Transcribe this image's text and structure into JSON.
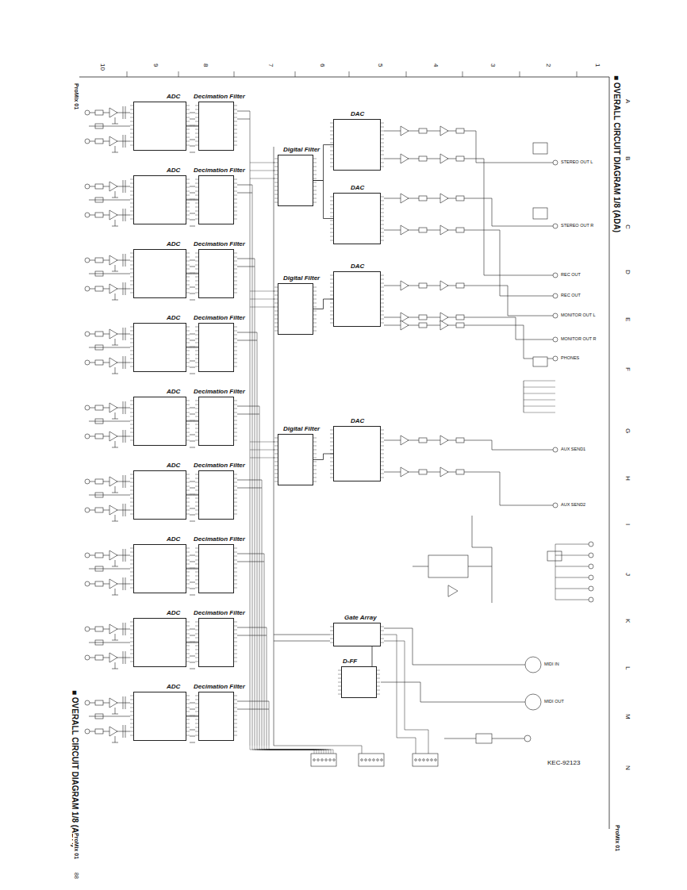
{
  "diagram": {
    "title": "■ OVERALL CIRCUIT DIAGRAM 1/8 (ADA)",
    "nodes": [
      {
        "text": [
          "ADC"
        ]
      },
      {
        "text": [
          "Decimation Filter"
        ]
      },
      {
        "text": [
          "ADC"
        ]
      },
      {
        "text": [
          "Decimation Filter"
        ]
      },
      {
        "text": [
          "ADC"
        ]
      },
      {
        "text": [
          "Decimation Filter"
        ]
      },
      {
        "text": [
          "ADC"
        ]
      },
      {
        "text": [
          "Decimation Filter"
        ]
      },
      {
        "text": [
          "ADC"
        ]
      },
      {
        "text": [
          "Decimation Filter"
        ]
      },
      {
        "text": [
          "ADC"
        ]
      },
      {
        "text": [
          "Decimation Filter"
        ]
      },
      {
        "text": [
          "ADC"
        ]
      },
      {
        "text": [
          "Decimation Filter"
        ]
      },
      {
        "text": [
          "ADC"
        ]
      },
      {
        "text": [
          "Decimation Filter"
        ]
      },
      {
        "text": [
          "ADC"
        ]
      },
      {
        "text": [
          "Decimation Filter"
        ]
      },
      {
        "text": [
          "DAC"
        ]
      },
      {
        "text": [
          "Digital Filter"
        ]
      },
      {
        "text": [
          "DAC"
        ]
      },
      {
        "text": [
          "DAC"
        ]
      },
      {
        "text": [
          "Digital Filter"
        ]
      },
      {
        "text": [
          "DAC"
        ]
      },
      {
        "text": [
          "Digital Filter"
        ]
      },
      {
        "text": [
          "Gate Array"
        ]
      },
      {
        "text": [
          "D-FF"
        ]
      }
    ],
    "edges": [
      {
        "from": 0,
        "to": 1,
        "arrow": "none"
      },
      {
        "from": 2,
        "to": 3,
        "arrow": "none"
      },
      {
        "from": 4,
        "to": 5,
        "arrow": "none"
      },
      {
        "from": 6,
        "to": 7,
        "arrow": "none"
      },
      {
        "from": 8,
        "to": 9,
        "arrow": "none"
      },
      {
        "from": 10,
        "to": 11,
        "arrow": "none"
      },
      {
        "from": 12,
        "to": 13,
        "arrow": "none"
      },
      {
        "from": 14,
        "to": 15,
        "arrow": "none"
      },
      {
        "from": 16,
        "to": 17,
        "arrow": "none"
      },
      {
        "from": 19,
        "to": 18,
        "arrow": "none"
      },
      {
        "from": 19,
        "to": 20,
        "arrow": "none"
      },
      {
        "from": 22,
        "to": 21,
        "arrow": "none"
      },
      {
        "from": 24,
        "to": 23,
        "arrow": "none"
      },
      {
        "from": 25,
        "to": 26,
        "arrow": "none"
      }
    ],
    "labels": [
      "■ OVERALL CIRCUIT DIAGRAM 1/8 (ADA)",
      "ProMix 01",
      "ProMix 01",
      "ProMix 01",
      "88",
      "A",
      "B",
      "C",
      "D",
      "E",
      "F",
      "G",
      "H",
      "I",
      "J",
      "K",
      "L",
      "M",
      "N",
      "10",
      "9",
      "8",
      "7",
      "6",
      "5",
      "4",
      "3",
      "2",
      "1",
      "STEREO OUT L",
      "STEREO OUT R",
      "REC OUT",
      "REC OUT",
      "MONITOR OUT L",
      "MONITOR OUT R",
      "PHONES",
      "AUX SEND1",
      "AUX SEND2",
      "MIDI IN",
      "MIDI OUT",
      "KEC-92123"
    ]
  }
}
